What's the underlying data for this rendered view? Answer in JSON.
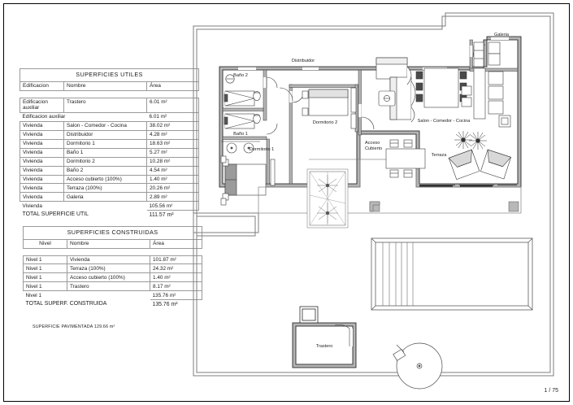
{
  "sheet": {
    "scale_label": "1 / 75",
    "paved_surface_note": "SUPERFICIE PAVIMENTADA 129.66 m²"
  },
  "table_useful": {
    "title": "SUPERFICIES UTILES",
    "columns": [
      "Edificacion",
      "Nombre",
      "Área"
    ],
    "rows": [
      {
        "c1": "Edificacion auxiliar",
        "c2": "Trastero",
        "c3": "6.01 m²"
      },
      {
        "c1": "Edificacion auxiliar",
        "c2": "",
        "c3": "6.01 m²",
        "subtotal": true
      },
      {
        "c1": "Vivienda",
        "c2": "Salon - Comedor - Cocina",
        "c3": "38.02 m²"
      },
      {
        "c1": "Vivienda",
        "c2": "Distribuidor",
        "c3": "4.28 m²"
      },
      {
        "c1": "Vivienda",
        "c2": "Dormitorio 1",
        "c3": "18.63 m²"
      },
      {
        "c1": "Vivienda",
        "c2": "Baño 1",
        "c3": "5.27 m²"
      },
      {
        "c1": "Vivienda",
        "c2": "Dormitorio 2",
        "c3": "10.28 m²"
      },
      {
        "c1": "Vivienda",
        "c2": "Baño 2",
        "c3": "4.54 m²"
      },
      {
        "c1": "Vivienda",
        "c2": "Acceso cubierto (100%)",
        "c3": "1.40 m²"
      },
      {
        "c1": "Vivienda",
        "c2": "Terraza (100%)",
        "c3": "20.26 m²"
      },
      {
        "c1": "Vivienda",
        "c2": "Galeria",
        "c3": "2.89 m²"
      },
      {
        "c1": "Vivienda",
        "c2": "",
        "c3": "105.56 m²",
        "subtotal": true
      }
    ],
    "total_label": "TOTAL SUPERFICIE UTIL",
    "total_value": "111.57 m²"
  },
  "table_built": {
    "title": "SUPERFICIES CONSTRUIDAS",
    "columns": [
      "Nivel",
      "Nombre",
      "Área"
    ],
    "rows": [
      {
        "c1": "Nivel 1",
        "c2": "Vivienda",
        "c3": "101.87 m²"
      },
      {
        "c1": "Nivel 1",
        "c2": "Terraza (100%)",
        "c3": "24.32 m²"
      },
      {
        "c1": "Nivel 1",
        "c2": "Acceso cubierto (100%)",
        "c3": "1.40 m²"
      },
      {
        "c1": "Nivel 1",
        "c2": "Trastero",
        "c3": "8.17 m²"
      },
      {
        "c1": "Nivel 1",
        "c2": "",
        "c3": "135.76 m²",
        "subtotal": true
      }
    ],
    "total_label": "TOTAL SUPERF. CONSTRUIDA",
    "total_value": "135.76 m²"
  },
  "plan_labels": {
    "bano2": "Baño 2",
    "bano1": "Baño 1",
    "distribuidor": "Distribuidor",
    "dormitorio1": "Dormitorio 1",
    "dormitorio2": "Dormitorio 2",
    "salon": "Salon - Comedor - Cocina",
    "galeria": "Galeria",
    "acceso1": "Acceso",
    "acceso2": "Cubierto",
    "terraza": "Terraza",
    "trastero": "Trastero"
  },
  "colors": {
    "wall": "#b3b3b3",
    "wall_stroke": "#3a3a3a",
    "line": "#2b2b2b",
    "plot": "#8a8a8a",
    "furniture": "#555555"
  }
}
